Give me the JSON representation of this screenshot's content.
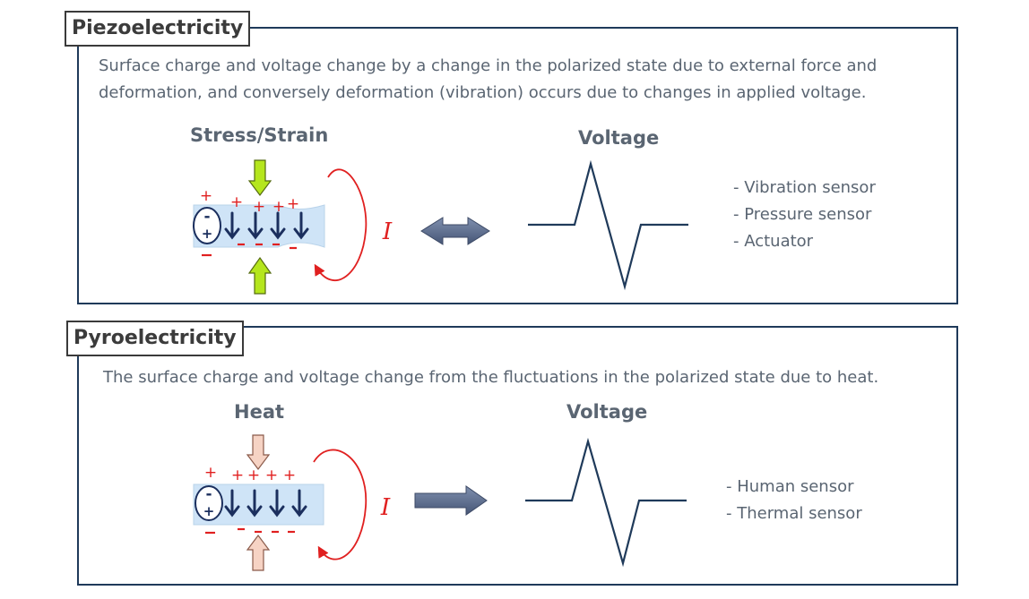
{
  "piezo": {
    "title": "Piezoelectricity",
    "description": "Surface charge and voltage change by a change in the polarized state due to external force and deformation, and conversely deformation (vibration) occurs due to changes in applied voltage.",
    "input_label": "Stress/Strain",
    "output_label": "Voltage",
    "current_symbol": "I",
    "applications": [
      "- Vibration sensor",
      "- Pressure sensor",
      "- Actuator"
    ]
  },
  "pyro": {
    "title": "Pyroelectricity",
    "description": "The surface charge and voltage change from the fluctuations in the polarized state due to heat.",
    "input_label": "Heat",
    "output_label": "Voltage",
    "current_symbol": "I",
    "applications": [
      "- Human sensor",
      "- Thermal sensor"
    ]
  },
  "symbols": {
    "plus": "+",
    "minus": "-"
  },
  "colors": {
    "border": "#1f3a5a",
    "text": "#5a6572",
    "charge": "#e02020",
    "current_loop": "#e02020",
    "polarization_arrow": "#1b2f5e",
    "crystal_fill": "#cfe4f7",
    "force_arrow": "#b5e61d",
    "heat_arrow": "#f6d3c4",
    "double_arrow": "#5c6d8f",
    "waveform": "#1f3a5a"
  }
}
